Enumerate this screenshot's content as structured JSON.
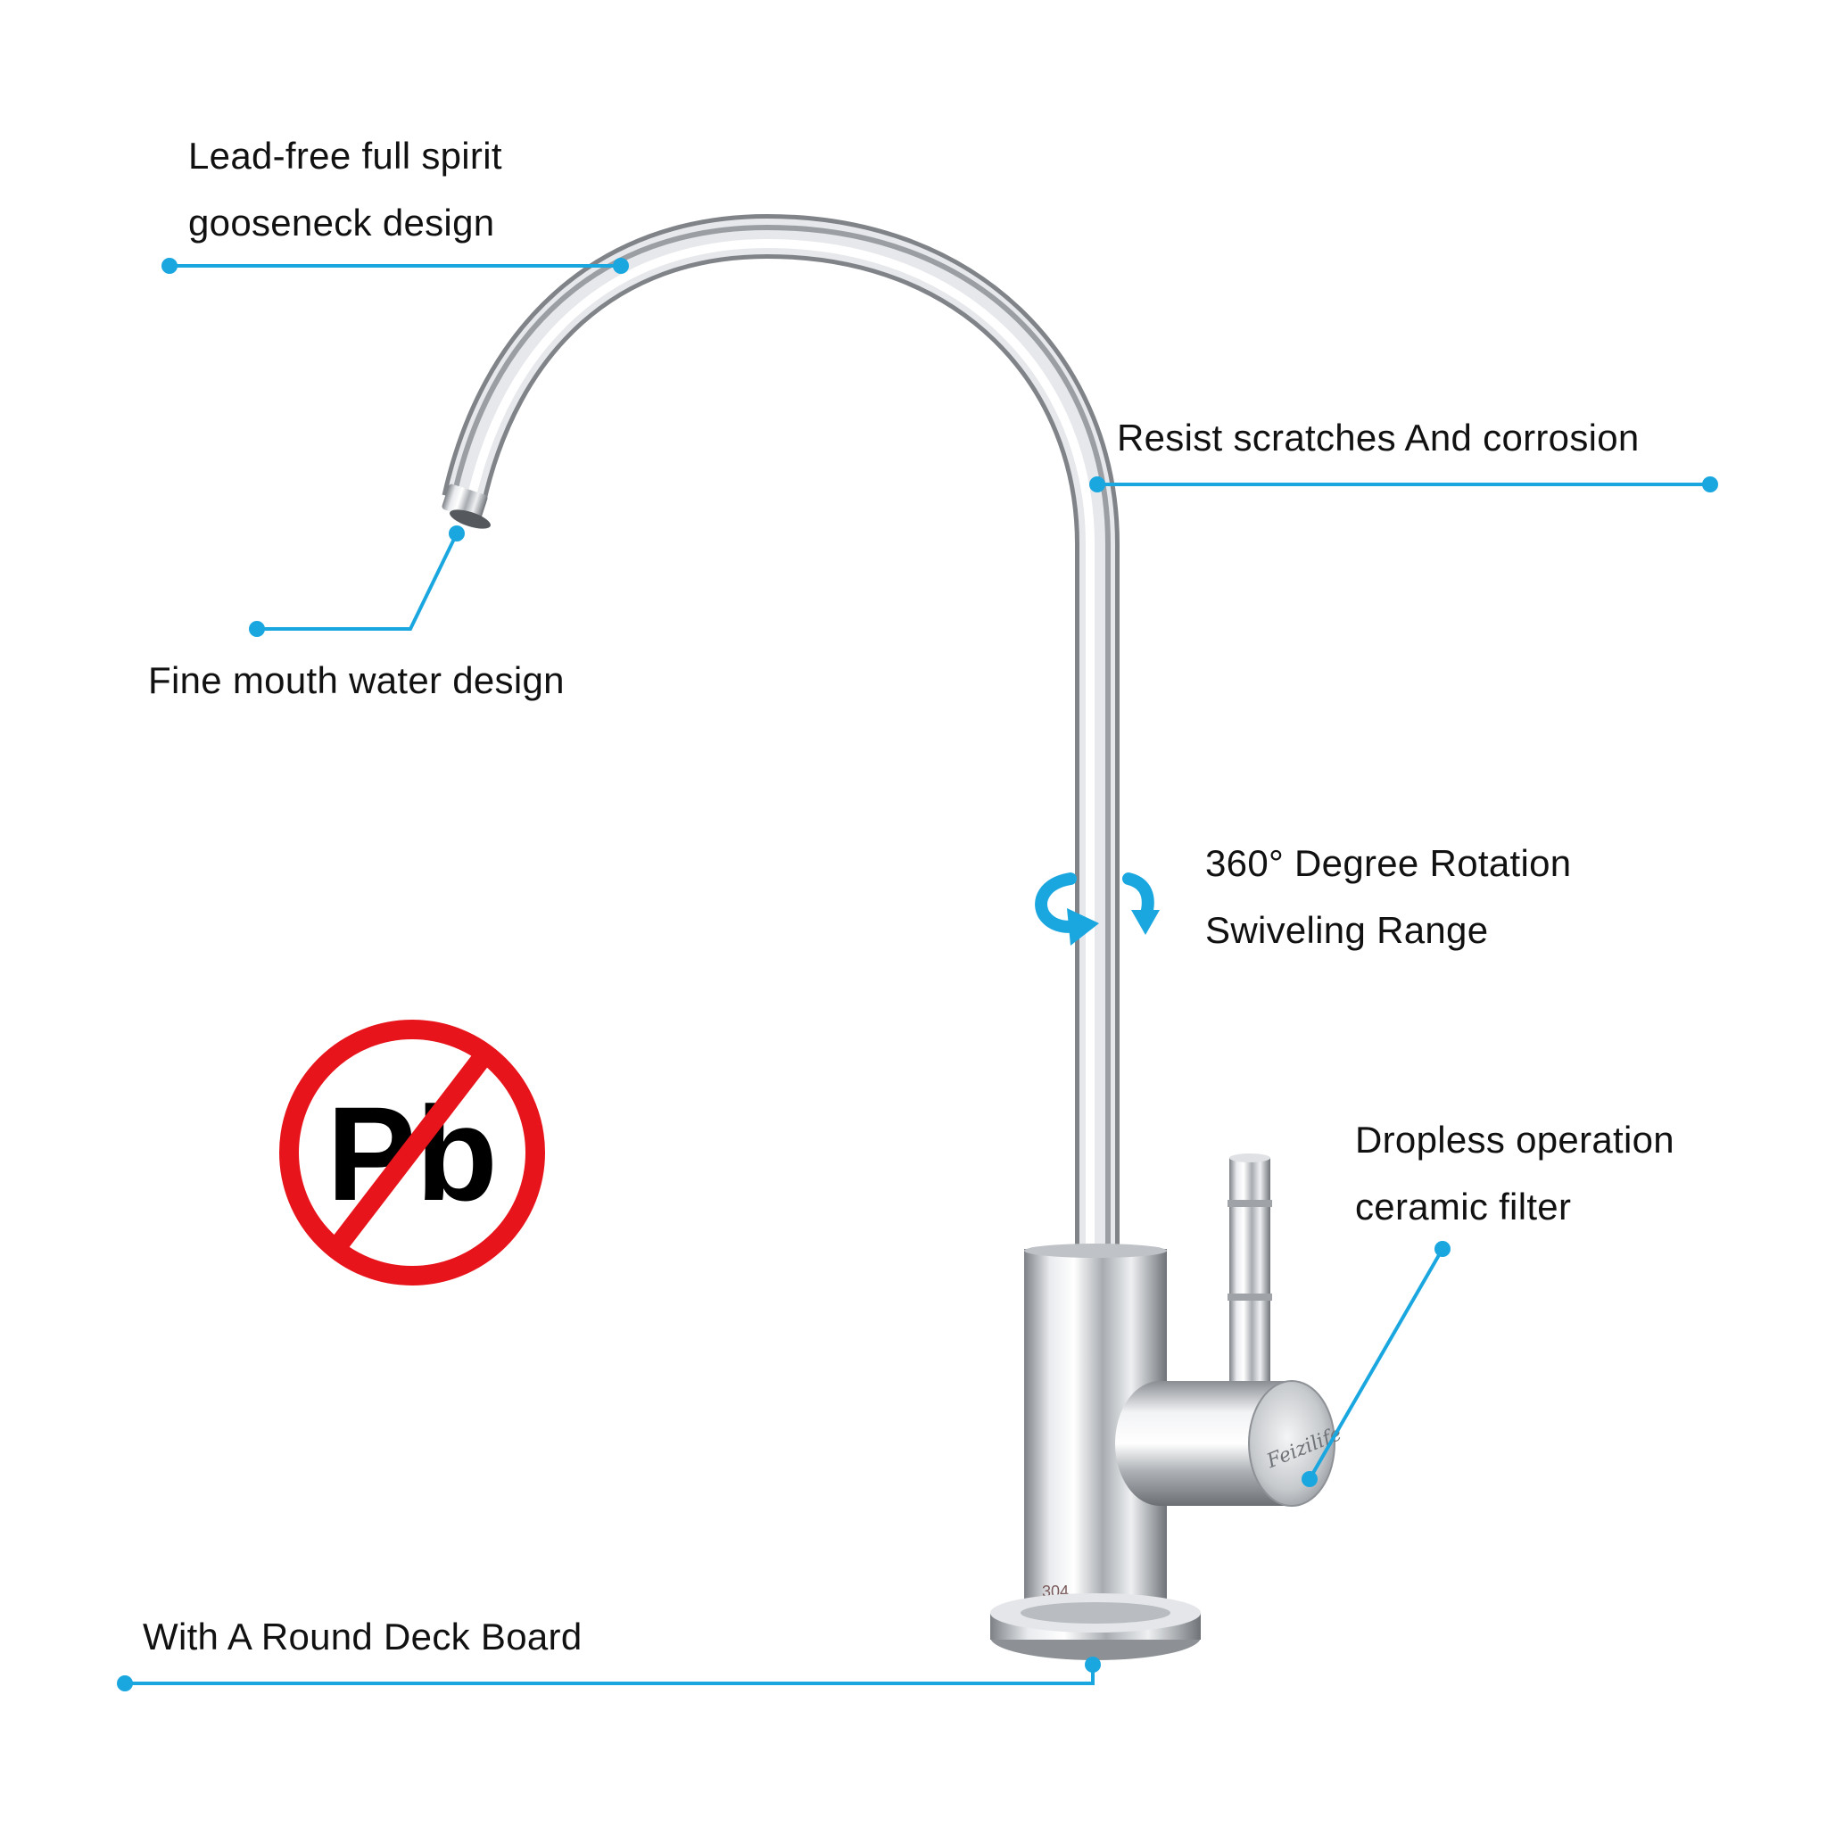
{
  "callouts": {
    "gooseneck": {
      "line1": "Lead-free full spirit",
      "line2": "gooseneck design"
    },
    "scratch": {
      "text": "Resist scratches And corrosion"
    },
    "mouth": {
      "text": "Fine mouth water design"
    },
    "rotation": {
      "line1": "360° Degree Rotation",
      "line2": "Swiveling Range"
    },
    "dropless": {
      "line1": "Dropless operation",
      "line2": "ceramic filter"
    },
    "deck": {
      "text": "With A Round Deck Board"
    }
  },
  "badge": {
    "text": "Pb",
    "meaning": "lead-free",
    "color": "#e8141b"
  },
  "product": {
    "base_stamp": "304",
    "handle_brand": "Feizilife"
  },
  "colors": {
    "callout_line": "#1aa7e0",
    "chrome": "#c9ccd0",
    "text": "#111111"
  }
}
